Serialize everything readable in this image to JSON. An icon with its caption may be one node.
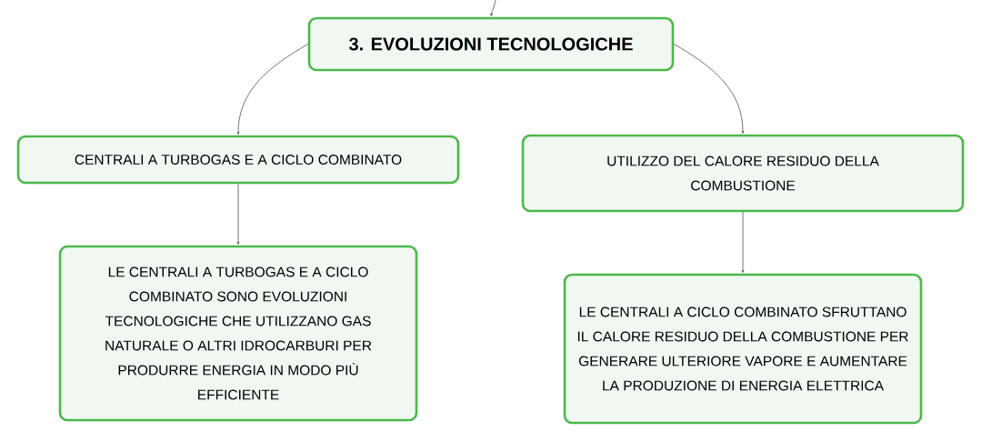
{
  "diagram": {
    "nodes": [
      {
        "text": [
          "3. EVOLUZIONI TECNOLOGICHE"
        ]
      },
      {
        "text": [
          "CENTRALI A TURBOGAS E A CICLO COMBINATO"
        ]
      },
      {
        "text": [
          "UTILIZZO DEL CALORE RESIDUO DELLA COMBUSTIONE"
        ]
      },
      {
        "text": [
          "LE CENTRALI A TURBOGAS E A CICLO COMBINATO SONO EVOLUZIONI TECNOLOGICHE CHE UTILIZZANO GAS NATURALE O ALTRI IDROCARBURI PER PRODURRE ENERGIA IN MODO PIÙ EFFICIENTE"
        ]
      },
      {
        "text": [
          "LE CENTRALI A CICLO COMBINATO SFRUTTANO IL CALORE RESIDUO DELLA COMBUSTIONE PER GENERARE ULTERIORE VAPORE E AUMENTARE LA PRODUZIONE DI ENERGIA ELETTRICA"
        ]
      }
    ],
    "edges": [
      {
        "from": null,
        "to": 0,
        "arrow": "to"
      },
      {
        "from": 0,
        "to": 1,
        "arrow": "to"
      },
      {
        "from": 0,
        "to": 2,
        "arrow": "to"
      },
      {
        "from": 1,
        "to": 3,
        "arrow": "to"
      },
      {
        "from": 2,
        "to": 4,
        "arrow": "to"
      }
    ]
  }
}
